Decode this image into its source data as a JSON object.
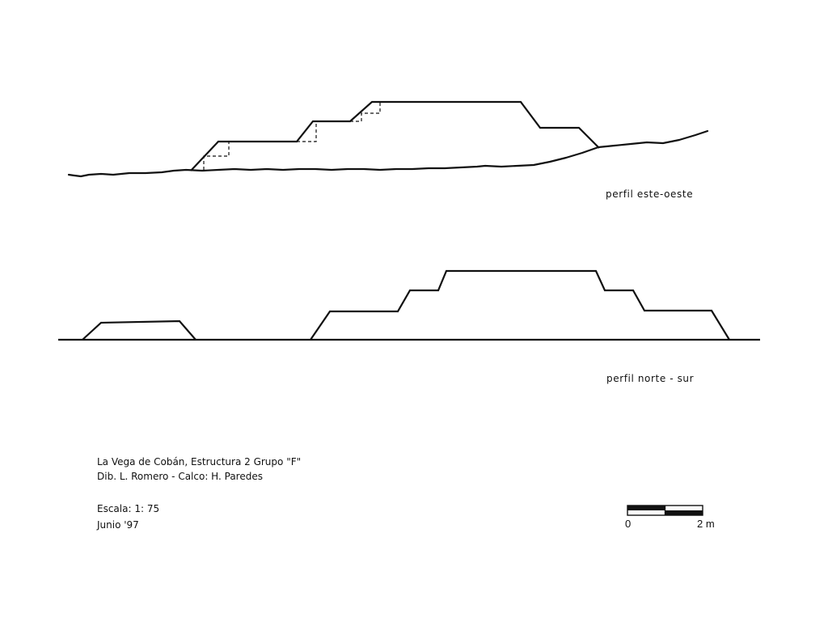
{
  "profiles": {
    "east_west_label": "perfil este-oeste",
    "north_south_label": "perfil norte - sur"
  },
  "info": {
    "site_line": "La Vega de Cobán, Estructura 2 Grupo \"F\"",
    "credits_line": "Dib. L. Romero - Calco: H. Paredes",
    "scale_line": "Escala: 1: 75",
    "date_line": "Junio '97"
  },
  "scale_bar": {
    "start_label": "0",
    "end_label": "2 m"
  },
  "colors": {
    "ink": "#111111",
    "paper": "#ffffff"
  }
}
